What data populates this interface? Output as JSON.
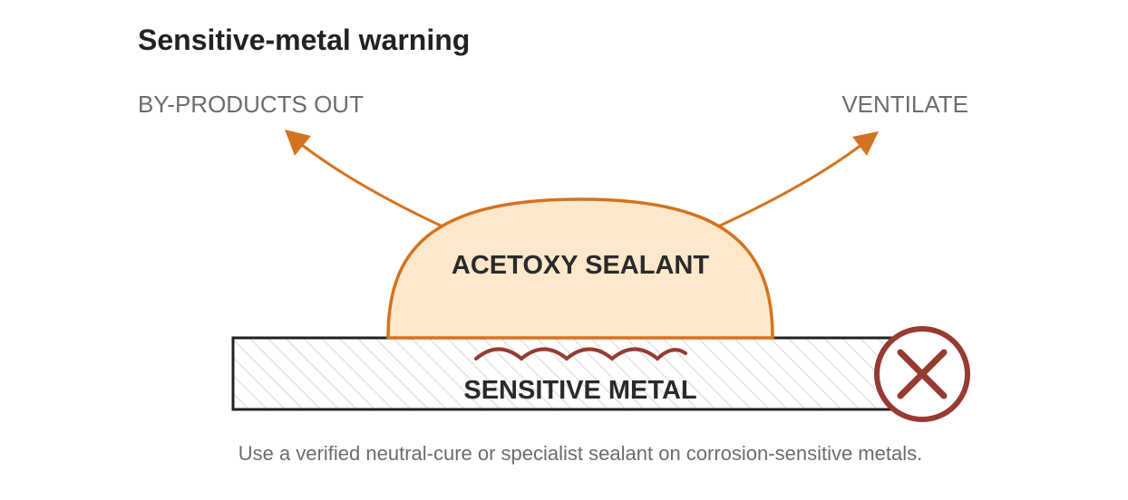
{
  "diagram": {
    "title": "Sensitive-metal warning",
    "left_label": "BY-PRODUCTS OUT",
    "right_label": "VENTILATE",
    "sealant_label": "ACETOXY SEALANT",
    "metal_label": "SENSITIVE METAL",
    "caption": "Use a verified neutral-cure or specialist sealant on corrosion-sensitive metals.",
    "colors": {
      "arrow": "#d4731f",
      "sealant_fill": "#fde8cc",
      "sealant_stroke": "#d4731f",
      "corrosion": "#963a32",
      "warning": "#963a32",
      "metal_stroke": "#222222",
      "hatch": "#dddddd"
    },
    "icons": {
      "warning": "cross-circle-icon",
      "corrosion": "corrosion-wave-icon"
    }
  }
}
